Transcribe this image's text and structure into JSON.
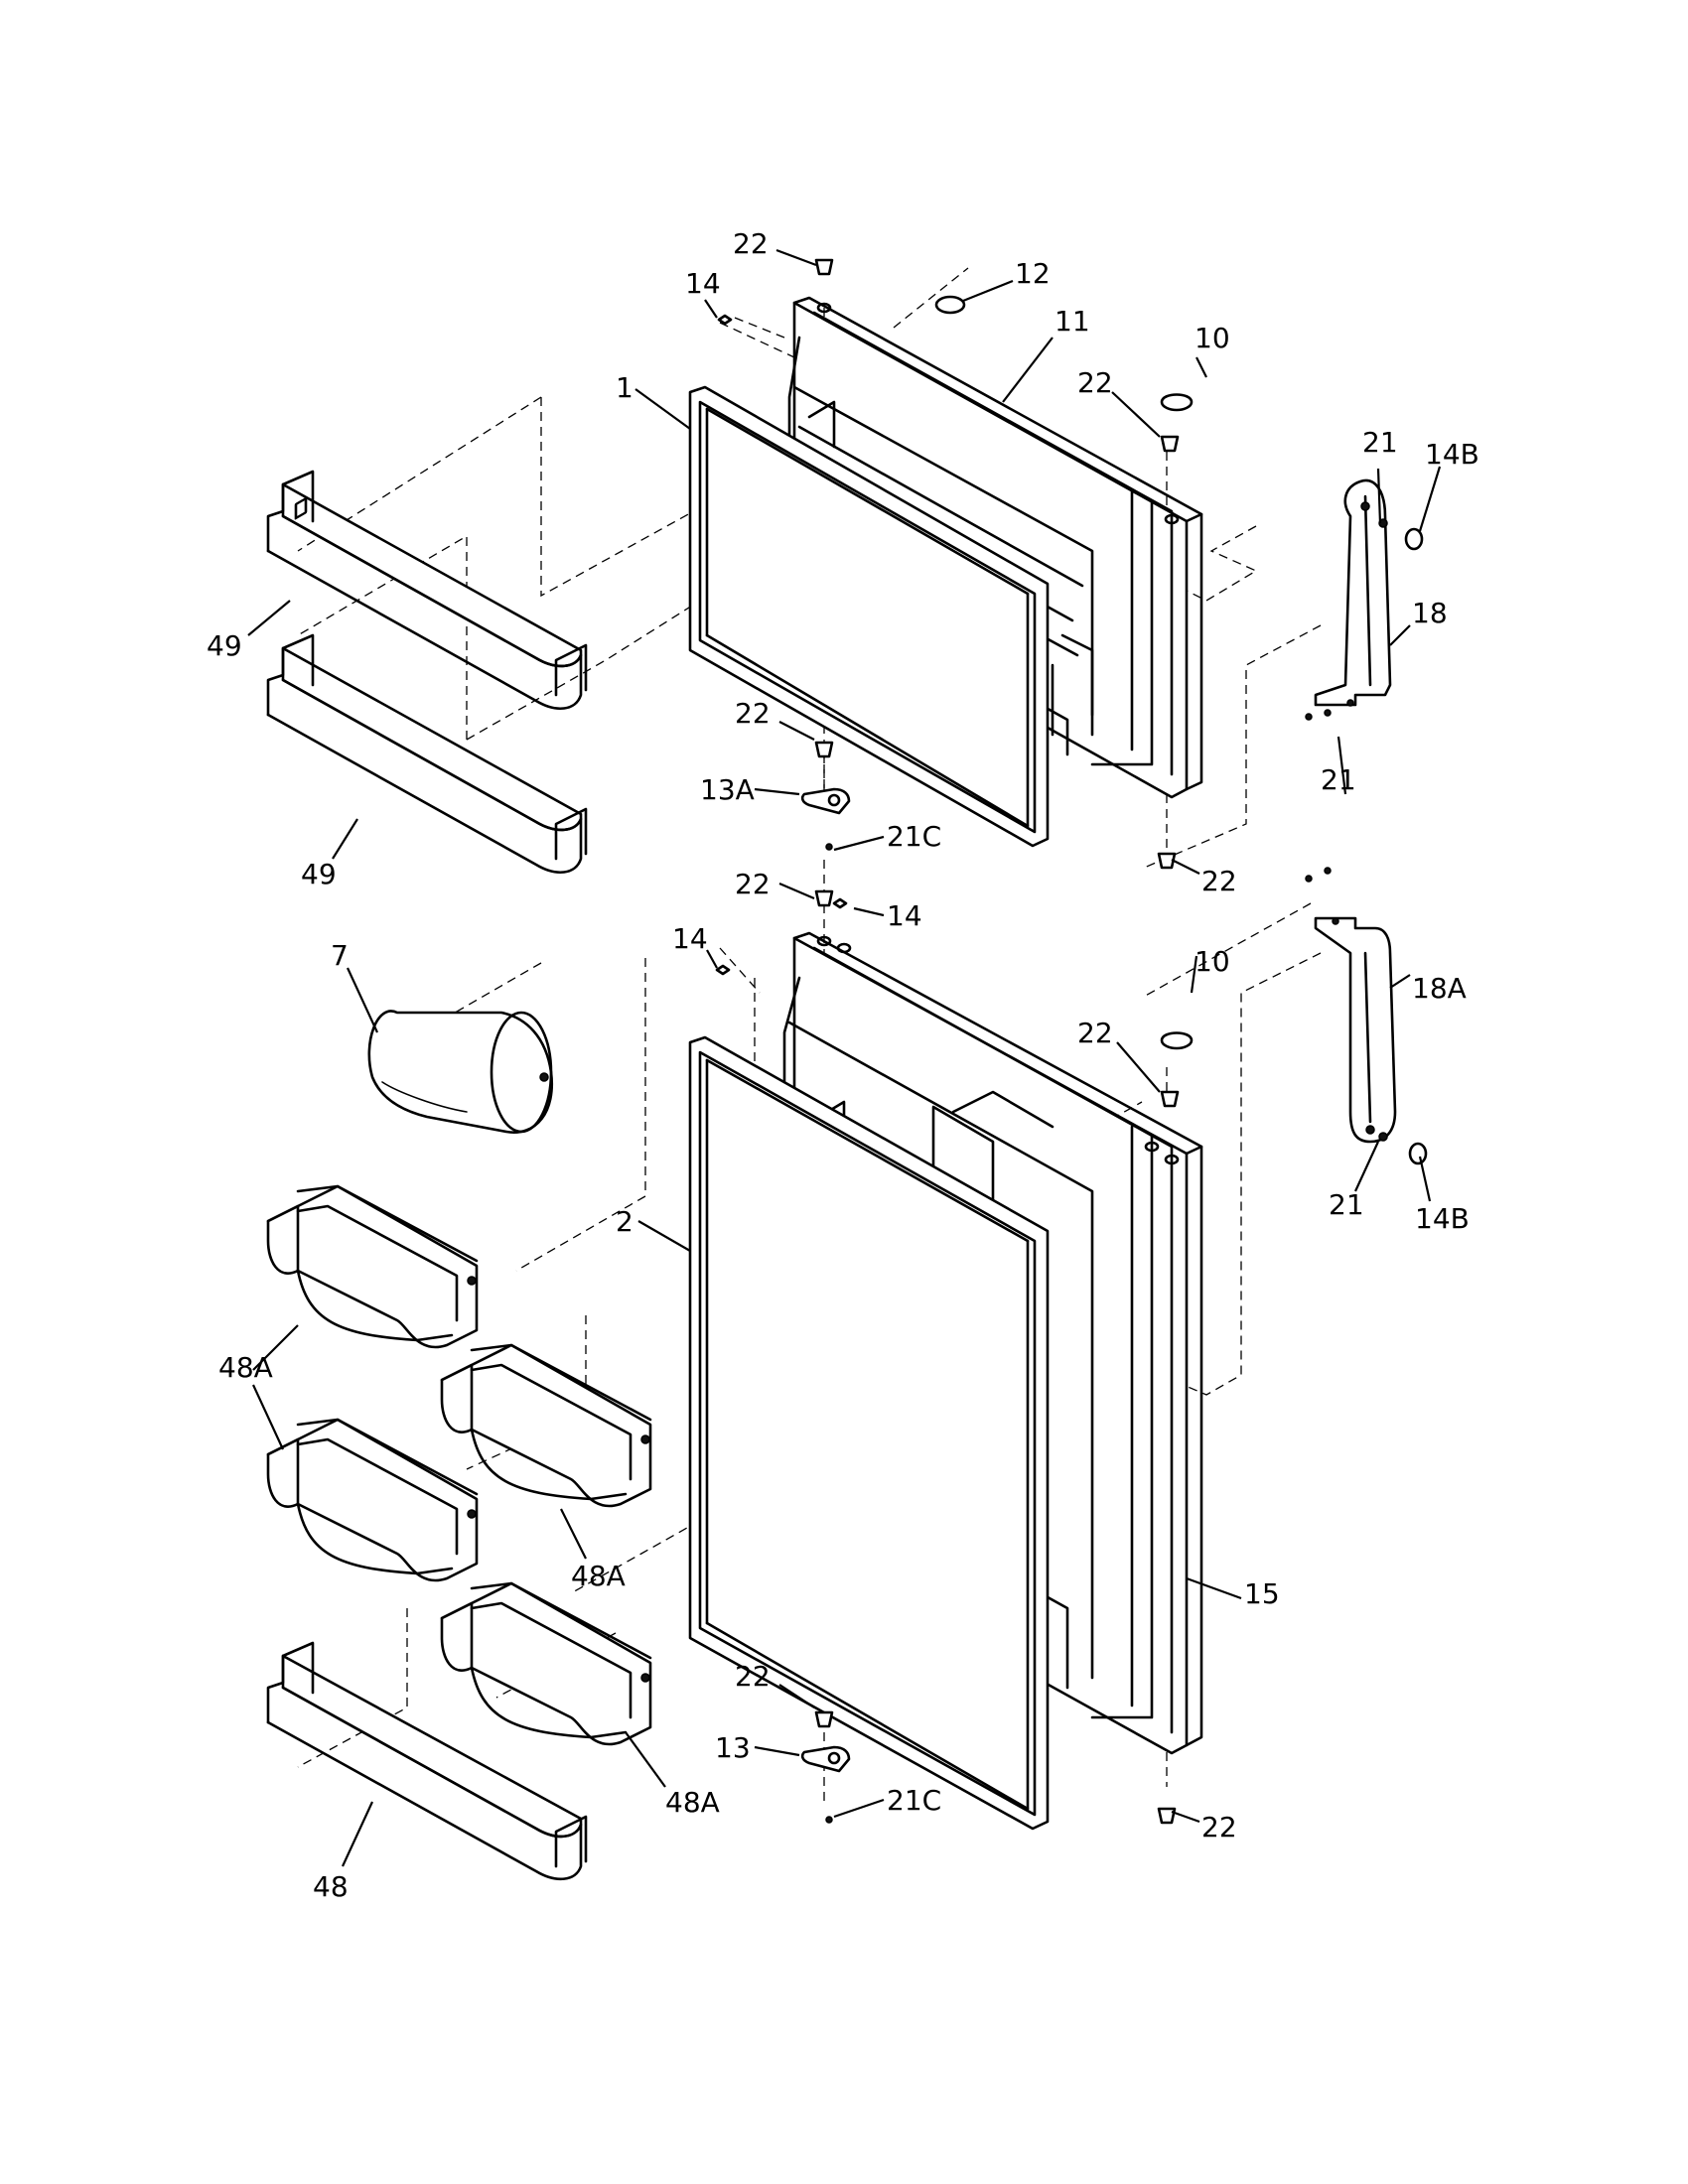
{
  "callouts": [
    {
      "id": "c-22-top",
      "label": "22"
    },
    {
      "id": "c-14-top",
      "label": "14"
    },
    {
      "id": "c-12",
      "label": "12"
    },
    {
      "id": "c-11",
      "label": "11"
    },
    {
      "id": "c-10-top",
      "label": "10"
    },
    {
      "id": "c-22-hinge-top",
      "label": "22"
    },
    {
      "id": "c-1",
      "label": "1"
    },
    {
      "id": "c-21-top",
      "label": "21"
    },
    {
      "id": "c-14b-top",
      "label": "14B"
    },
    {
      "id": "c-18",
      "label": "18"
    },
    {
      "id": "c-49-upper",
      "label": "49"
    },
    {
      "id": "c-49-lower",
      "label": "49"
    },
    {
      "id": "c-22-mid",
      "label": "22"
    },
    {
      "id": "c-13a",
      "label": "13A"
    },
    {
      "id": "c-21c-top",
      "label": "21C"
    },
    {
      "id": "c-22-fz-bottom",
      "label": "22"
    },
    {
      "id": "c-21-mid",
      "label": "21"
    },
    {
      "id": "c-22-ff-top",
      "label": "22"
    },
    {
      "id": "c-14-ff",
      "label": "14"
    },
    {
      "id": "c-14-left",
      "label": "14"
    },
    {
      "id": "c-7",
      "label": "7"
    },
    {
      "id": "c-10-ff",
      "label": "10"
    },
    {
      "id": "c-22-ff-hinge",
      "label": "22"
    },
    {
      "id": "c-18a",
      "label": "18A"
    },
    {
      "id": "c-2",
      "label": "2"
    },
    {
      "id": "c-21-bottom",
      "label": "21"
    },
    {
      "id": "c-14b-bottom",
      "label": "14B"
    },
    {
      "id": "c-48a-left",
      "label": "48A"
    },
    {
      "id": "c-48a-mid",
      "label": "48A"
    },
    {
      "id": "c-15",
      "label": "15"
    },
    {
      "id": "c-22-bottom",
      "label": "22"
    },
    {
      "id": "c-13",
      "label": "13"
    },
    {
      "id": "c-48a-lower",
      "label": "48A"
    },
    {
      "id": "c-21c-bottom",
      "label": "21C"
    },
    {
      "id": "c-22-ff-bottom",
      "label": "22"
    },
    {
      "id": "c-48",
      "label": "48"
    }
  ]
}
